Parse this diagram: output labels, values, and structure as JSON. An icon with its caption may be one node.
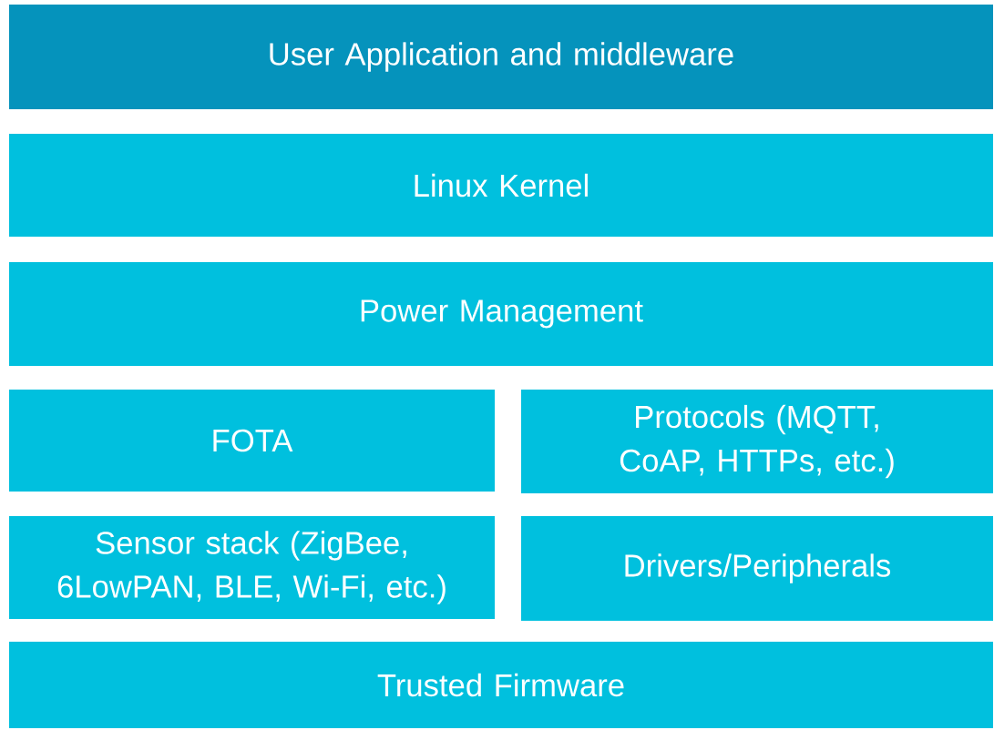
{
  "diagram": {
    "nodes": [
      {
        "text": [
          "User Application and middleware"
        ]
      },
      {
        "text": [
          "Linux Kernel"
        ]
      },
      {
        "text": [
          "Power Management"
        ]
      },
      {
        "text": [
          "FOTA"
        ]
      },
      {
        "text": [
          "Protocols (MQTT, CoAP, HTTPs, etc.)"
        ]
      },
      {
        "text": [
          "Sensor stack (ZigBee, 6LowPAN, BLE, Wi-Fi, etc.)"
        ]
      },
      {
        "text": [
          "Drivers/Peripherals"
        ]
      },
      {
        "text": [
          "Trusted Firmware"
        ]
      }
    ]
  }
}
